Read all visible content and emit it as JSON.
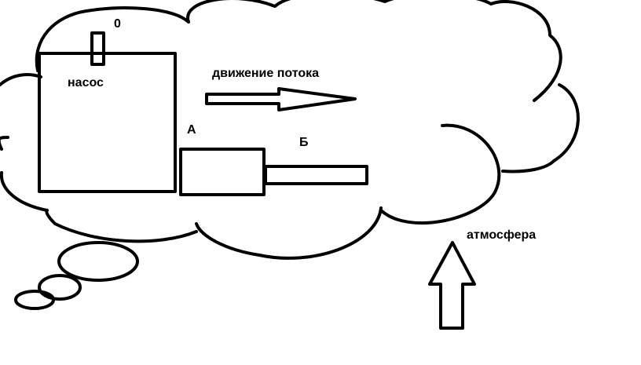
{
  "diagram": {
    "labels": {
      "pump": "насос",
      "zero": "0",
      "flow_direction": "движение потока",
      "point_a": "А",
      "point_b": "Б",
      "atmosphere": "атмосфера"
    },
    "colors": {
      "ink": "#000000",
      "background": "#ffffff"
    }
  }
}
